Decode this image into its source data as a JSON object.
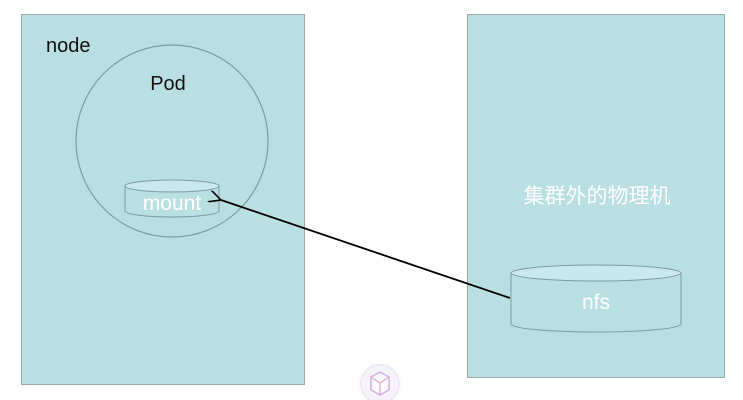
{
  "diagram": {
    "node_box": {
      "label": "node"
    },
    "pod": {
      "label": "Pod"
    },
    "mount_volume": {
      "label": "mount"
    },
    "external_host": {
      "label": "集群外的物理机"
    },
    "nfs_volume": {
      "label": "nfs"
    },
    "connection": {
      "from": "nfs",
      "to": "mount",
      "arrow": "to-mount"
    }
  },
  "colors": {
    "box_fill": "#b9dfe2",
    "box_stroke": "#9aa7a8",
    "shape_stroke": "#7e9c9d",
    "arrow": "#000000",
    "dark_text": "#111111",
    "light_text": "#ffffff"
  },
  "icons": {
    "watermark": "cube-logo-icon"
  }
}
